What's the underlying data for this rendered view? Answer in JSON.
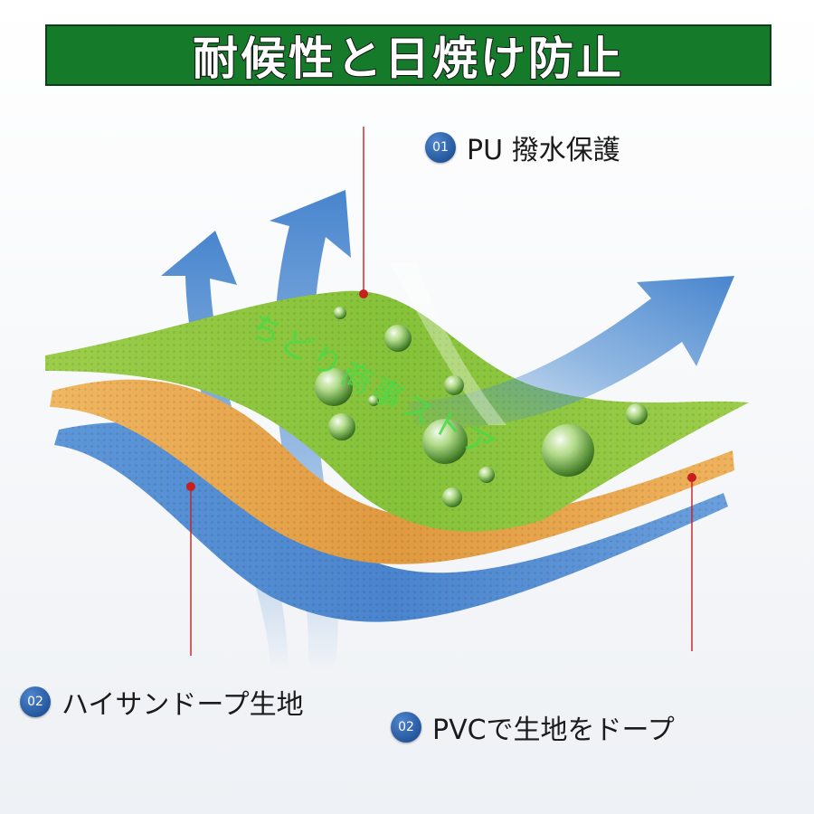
{
  "banner": {
    "title": "耐候性と日焼け防止"
  },
  "callouts": [
    {
      "badge": "01",
      "label": "PU 撥水保護"
    },
    {
      "badge": "02",
      "label": "ハイサンドープ生地"
    },
    {
      "badge": "02",
      "label": "PVCで生地をドープ"
    }
  ],
  "watermark": {
    "text": "ちどり商事ストア"
  },
  "colors": {
    "banner_green": "#167a2b",
    "layer_green": "#8cc63f",
    "layer_orange": "#e7a84f",
    "layer_blue": "#4d87cf",
    "arrow_blue": "#4a8ad1",
    "pointer_red": "#c81e1e",
    "badge_blue": "#1c4f97"
  }
}
